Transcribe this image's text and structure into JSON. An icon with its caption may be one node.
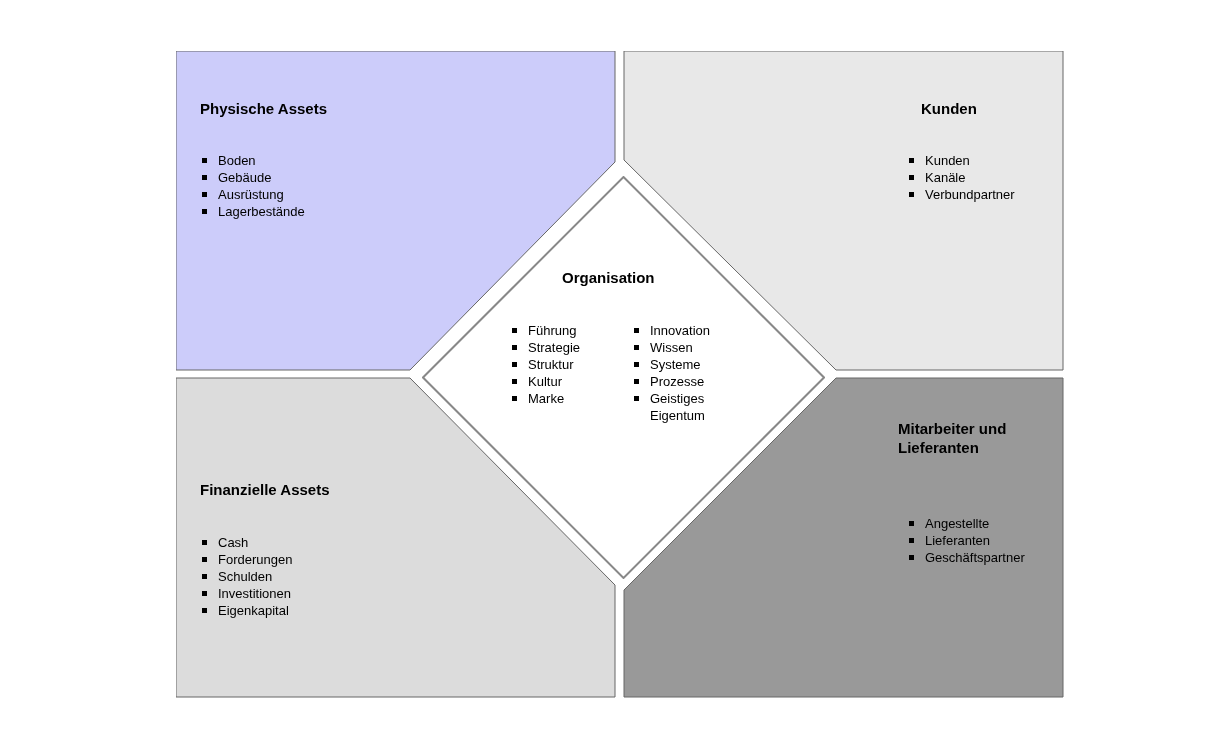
{
  "diagram": {
    "nodes": [
      {
        "text": [
          "Physische Assets",
          "Boden",
          "Gebäude",
          "Ausrüstung",
          "Lagerbestände"
        ]
      },
      {
        "text": [
          "Kunden",
          "Kunden",
          "Kanäle",
          "Verbundpartner"
        ]
      },
      {
        "text": [
          "Organisation",
          "Führung",
          "Strategie",
          "Struktur",
          "Kultur",
          "Marke",
          "Innovation",
          "Wissen",
          "Systeme",
          "Prozesse",
          "Geistiges Eigentum"
        ]
      },
      {
        "text": [
          "Finanzielle Assets",
          "Cash",
          "Forderungen",
          "Schulden",
          "Investitionen",
          "Eigenkapital"
        ]
      },
      {
        "text": [
          "Mitarbeiter und Lieferanten",
          "Angestellte",
          "Lieferanten",
          "Geschäftspartner"
        ]
      }
    ]
  }
}
